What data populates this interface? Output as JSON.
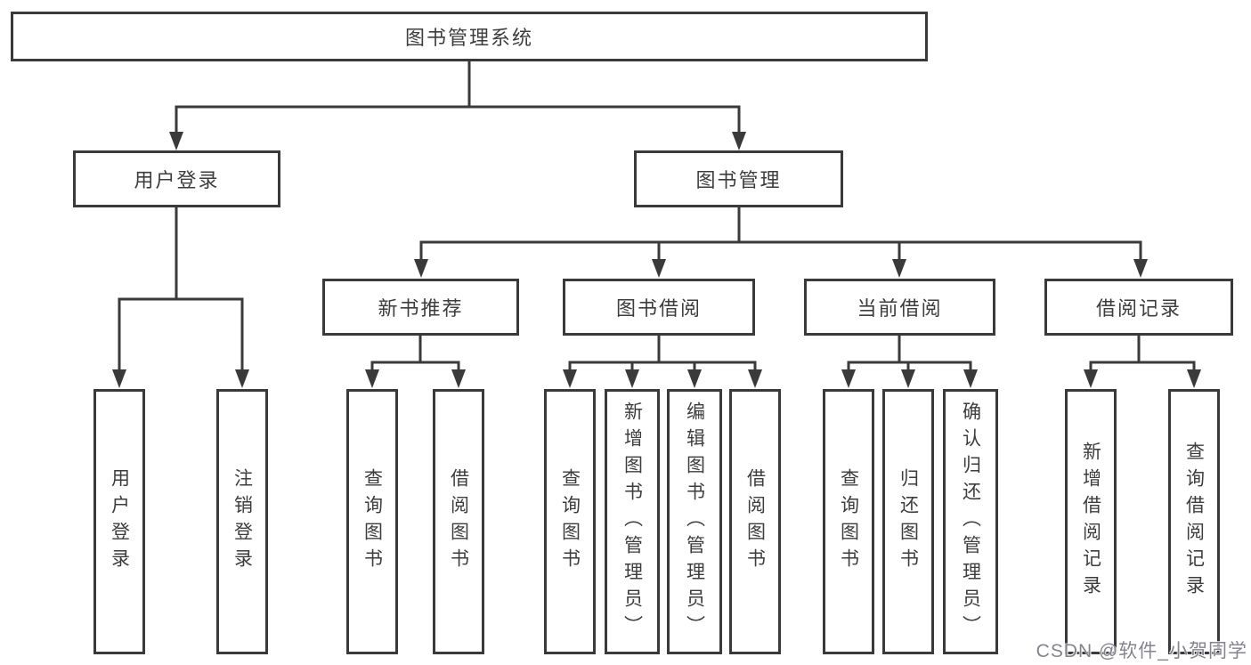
{
  "root": {
    "label": "图书管理系统"
  },
  "branches": [
    {
      "label": "用户登录",
      "children": [
        {
          "label": "用户登录"
        },
        {
          "label": "注销登录"
        }
      ]
    },
    {
      "label": "图书管理",
      "children": [
        {
          "label": "新书推荐",
          "children": [
            {
              "label": "查询图书"
            },
            {
              "label": "借阅图书"
            }
          ]
        },
        {
          "label": "图书借阅",
          "children": [
            {
              "label": "查询图书"
            },
            {
              "label": "新增图书（管理员）"
            },
            {
              "label": "编辑图书（管理员）"
            },
            {
              "label": "借阅图书"
            }
          ]
        },
        {
          "label": "当前借阅",
          "children": [
            {
              "label": "查询图书"
            },
            {
              "label": "归还图书"
            },
            {
              "label": "确认归还（管理员）"
            }
          ]
        },
        {
          "label": "借阅记录",
          "children": [
            {
              "label": "新增借阅记录"
            },
            {
              "label": "查询借阅记录"
            }
          ]
        }
      ]
    }
  ],
  "watermark": {
    "text": "CSDN @软件_小贺同学"
  },
  "colors": {
    "line": "#3a3a3a",
    "box_background": "#ffffff",
    "text": "#3d3d3d",
    "watermark": "#84848e"
  }
}
